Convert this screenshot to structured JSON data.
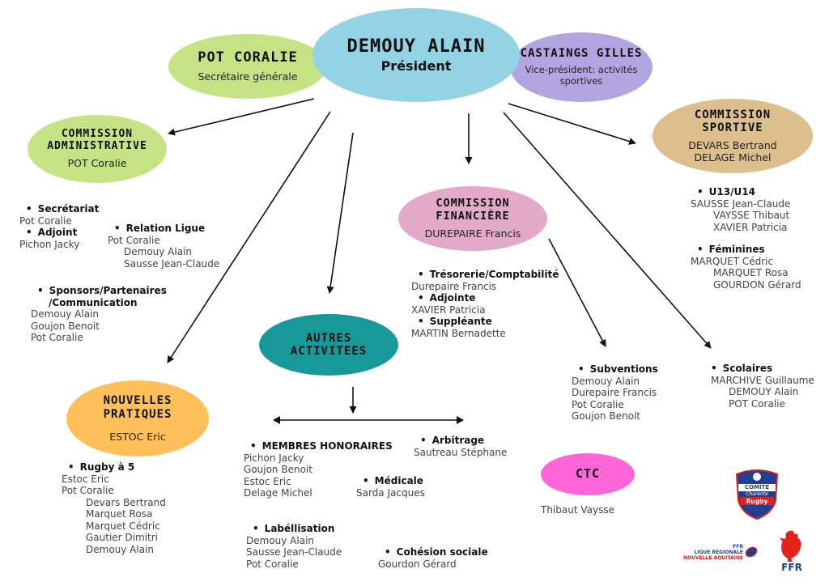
{
  "president": {
    "name": "DEMOUY ALAIN",
    "role": "Président"
  },
  "secretary": {
    "name": "POT CORALIE",
    "role": "Secrétaire générale"
  },
  "vice": {
    "name": "CASTAINGS GILLES",
    "role": "Vice-président: activités sportives"
  },
  "commission_admin": {
    "title": "COMMISSION ADMINISTRATIVE",
    "member": "POT Coralie"
  },
  "commission_sportive": {
    "title": "COMMISSION SPORTIVE",
    "member1": "DEVARS Bertrand",
    "member2": "DELAGE Michel"
  },
  "commission_fin": {
    "title": "COMMISSION FINANCIÈRE",
    "member": "DUREPAIRE Francis"
  },
  "autres": {
    "title": "AUTRES ACTIVITEES"
  },
  "nouvelles": {
    "title": "NOUVELLES PRATIQUES",
    "member": "ESTOC Eric"
  },
  "ctc": {
    "title": "CTC",
    "member": "Thibaut Vaysse"
  },
  "secretariat": {
    "heading": "Secrétariat",
    "m1": "Pot Coralie",
    "sub": "Adjoint",
    "m2": "Pichon Jacky"
  },
  "relation": {
    "heading": "Relation Ligue",
    "m1": "Pot Coralie",
    "m2": "Demouy Alain",
    "m3": "Sausse Jean-Claude"
  },
  "sponsors": {
    "heading1": "Sponsors/Partenaires",
    "heading2": "/Communication",
    "m1": "Demouy Alain",
    "m2": "Goujon Benoit",
    "m3": "Pot Coralie"
  },
  "tresorerie": {
    "heading": "Trésorerie/Comptabilité",
    "m1": "Durepaire Francis",
    "h2": "Adjointe",
    "m2": "XAVIER Patricia",
    "h3": "Suppléante",
    "m3": "MARTIN Bernadette"
  },
  "u13": {
    "heading": "U13/U14",
    "m1": "SAUSSE Jean-Claude",
    "m2": "VAYSSE Thibaut",
    "m3": "XAVIER Patricia"
  },
  "feminines": {
    "heading": "Féminines",
    "m1": "MARQUET Cédric",
    "m2": "MARQUET Rosa",
    "m3": "GOURDON Gérard"
  },
  "subventions": {
    "heading": "Subventions",
    "m1": "Demouy Alain",
    "m2": "Durepaire Francis",
    "m3": "Pot Coralie",
    "m4": "Goujon Benoit"
  },
  "scolaires": {
    "heading": "Scolaires",
    "m1": "MARCHIVE Guillaume",
    "m2": "DEMOUY Alain",
    "m3": "POT Coralie"
  },
  "rugby5": {
    "heading": "Rugby à 5",
    "m1": "Estoc Eric",
    "m2": "Pot Coralie",
    "m3": "Devars Bertrand",
    "m4": "Marquet Rosa",
    "m5": "Marquet Cédric",
    "m6": "Gautier Dimitri",
    "m7": "Demouy Alain"
  },
  "membres": {
    "heading": "MEMBRES HONORAIRES",
    "m1": "Pichon Jacky",
    "m2": "Goujon Benoit",
    "m3": "Estoc Eric",
    "m4": "Delage Michel"
  },
  "arbitrage": {
    "heading": "Arbitrage",
    "m1": "Sautreau Stéphane"
  },
  "medicale": {
    "heading": "Médicale",
    "m1": "Sarda Jacques"
  },
  "labellisation": {
    "heading": "Labéllisation",
    "m1": "Demouy Alain",
    "m2": "Sausse Jean-Claude",
    "m3": "Pot Coralie"
  },
  "cohesion": {
    "heading": "Cohésion sociale",
    "m1": "Gourdon Gérard"
  },
  "logos": {
    "comite_top": "COMITÉ",
    "comite_mid": "Charente",
    "comite_bottom": "Rugby",
    "ligue_l1": "FFR",
    "ligue_l2": "LIGUE RÉGIONALE",
    "ligue_l3": "NOUVELLE AQUITAINE",
    "ffr": "FFR"
  },
  "colors": {
    "green": "#c5e384",
    "blue": "#93d3e3",
    "purple": "#b3a6e0",
    "tan": "#ddbf8e",
    "pink": "#e2a9c8",
    "teal": "#17999a",
    "orange": "#ffc05a",
    "magenta": "#ff67d9"
  }
}
